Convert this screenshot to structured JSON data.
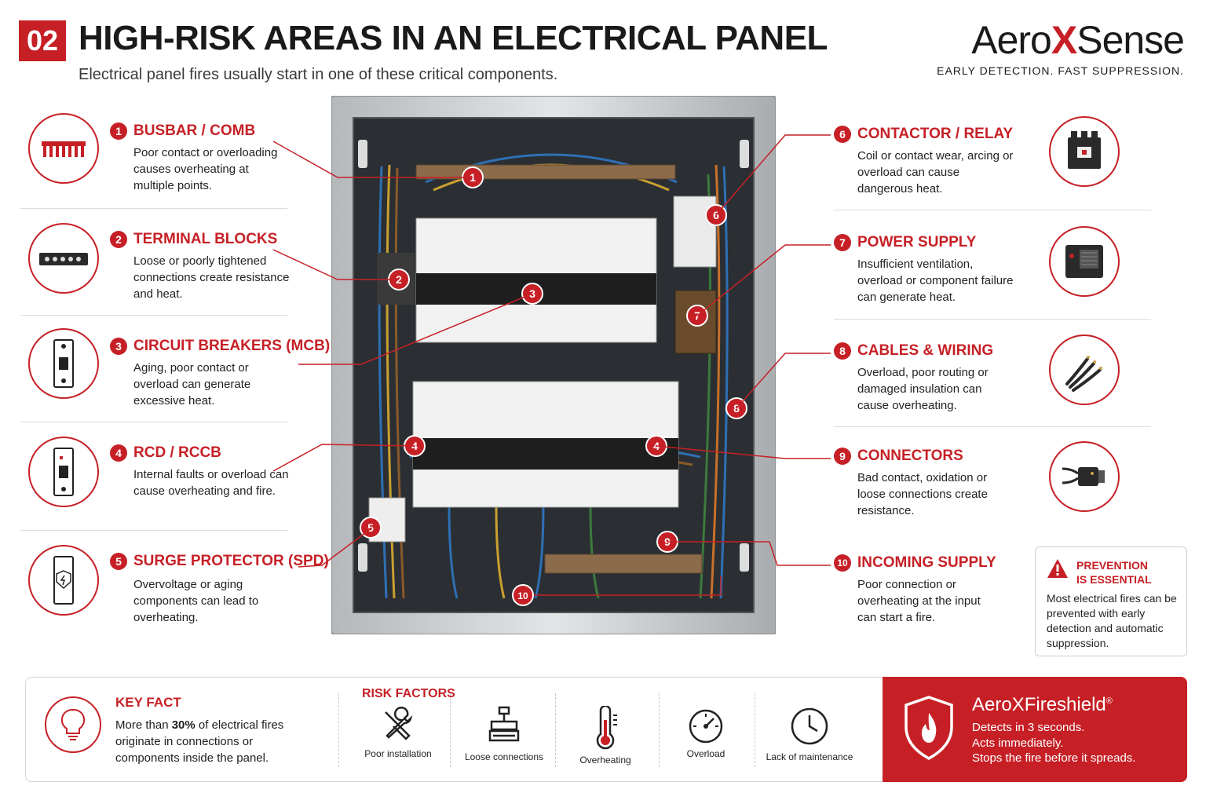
{
  "header": {
    "number": "02",
    "title": "HIGH-RISK AREAS IN AN ELECTRICAL PANEL",
    "subtitle": "Electrical panel fires usually start in one of these critical components."
  },
  "brand": {
    "name_pre": "Aero",
    "name_x": "X",
    "name_post": "Sense",
    "tagline": "EARLY DETECTION. FAST SUPPRESSION."
  },
  "left_items": [
    {
      "num": "1",
      "title": "BUSBAR / COMB",
      "desc": "Poor contact or overloading causes overheating at multiple points.",
      "icon": "busbar-icon"
    },
    {
      "num": "2",
      "title": "TERMINAL BLOCKS",
      "desc": "Loose or poorly tightened connections create resistance and heat.",
      "icon": "terminal-block-icon"
    },
    {
      "num": "3",
      "title": "CIRCUIT BREAKERS (MCB)",
      "desc": "Aging, poor contact or overload can generate excessive heat.",
      "icon": "circuit-breaker-icon"
    },
    {
      "num": "4",
      "title": "RCD / RCCB",
      "desc": "Internal faults or overload can cause overheating and fire.",
      "icon": "rcd-icon"
    },
    {
      "num": "5",
      "title": "SURGE PROTECTOR (SPD)",
      "desc": "Overvoltage or aging components can lead to overheating.",
      "icon": "surge-protector-icon"
    }
  ],
  "right_items": [
    {
      "num": "6",
      "title": "CONTACTOR / RELAY",
      "desc": "Coil or contact wear, arcing or overload can cause dangerous heat.",
      "icon": "contactor-icon"
    },
    {
      "num": "7",
      "title": "POWER SUPPLY",
      "desc": "Insufficient ventilation, overload or component failure can generate heat.",
      "icon": "power-supply-icon"
    },
    {
      "num": "8",
      "title": "CABLES & WIRING",
      "desc": "Overload, poor routing or damaged insulation can cause overheating.",
      "icon": "cables-icon"
    },
    {
      "num": "9",
      "title": "CONNECTORS",
      "desc": "Bad contact, oxidation or loose connections create resistance.",
      "icon": "connector-icon"
    },
    {
      "num": "10",
      "title": "INCOMING SUPPLY",
      "desc": "Poor connection or overheating at the input can start a fire.",
      "icon": ""
    }
  ],
  "panel_markers": [
    "1",
    "2",
    "3",
    "4",
    "4",
    "5",
    "6",
    "7",
    "8",
    "9",
    "10"
  ],
  "prevention": {
    "title_line1": "PREVENTION",
    "title_line2": "IS ESSENTIAL",
    "text": "Most electrical fires can be prevented with early detection and automatic suppression."
  },
  "key_fact": {
    "title": "KEY FACT",
    "text_pre": "More than ",
    "text_bold": "30%",
    "text_post": " of electrical fires originate in connections or components inside the panel."
  },
  "risk_factors": {
    "title": "RISK FACTORS",
    "items": [
      {
        "label": "Poor installation",
        "icon": "wrench-screwdriver-icon"
      },
      {
        "label": "Loose connections",
        "icon": "loose-terminal-icon"
      },
      {
        "label": "Overheating",
        "icon": "thermometer-icon"
      },
      {
        "label": "Overload",
        "icon": "gauge-icon"
      },
      {
        "label": "Lack of maintenance",
        "icon": "clock-icon"
      }
    ]
  },
  "fireshield": {
    "name_pre": "Aero",
    "name_x": "X",
    "name_post": "Fireshield",
    "reg": "®",
    "line1": "Detects in 3 seconds.",
    "line2": "Acts immediately.",
    "line3": "Stops the fire before it spreads."
  },
  "colors": {
    "accent": "#c62026",
    "text": "#1e1e1e",
    "panel_gray": "#c9cbcd",
    "panel_interior": "#2b2f33"
  }
}
